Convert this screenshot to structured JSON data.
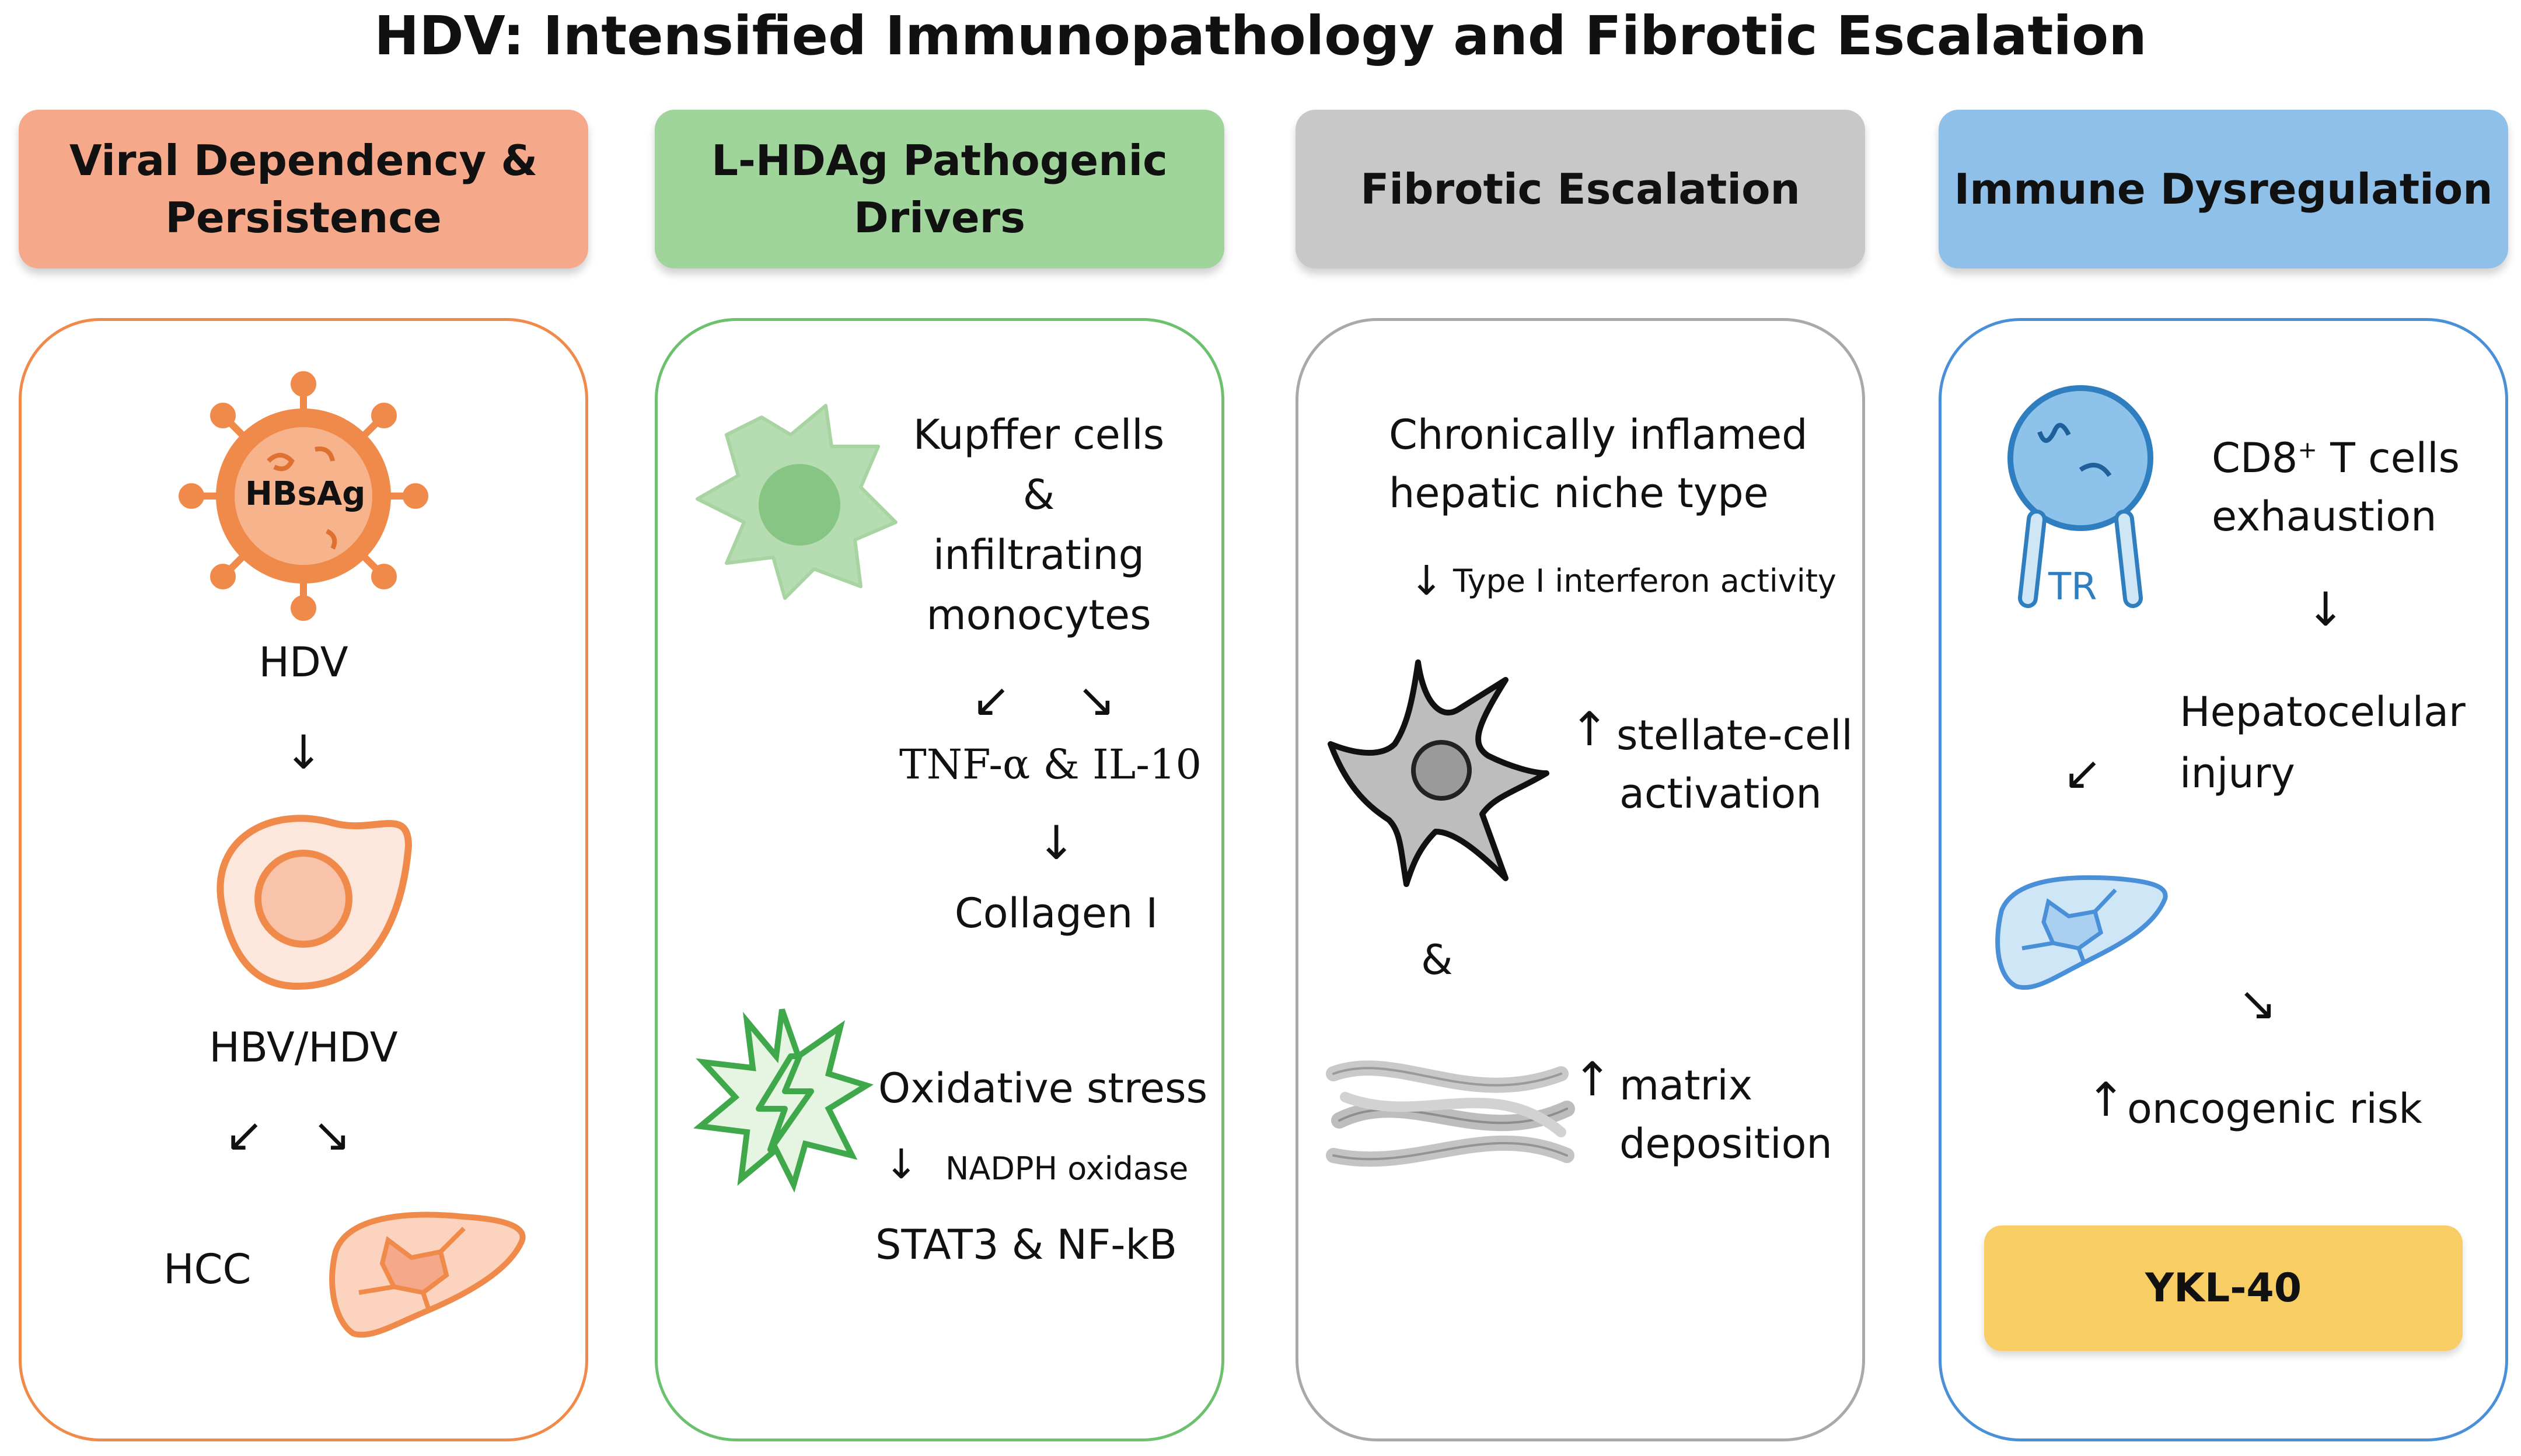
{
  "title": "HDV: Intensified Immunopathology and Fibrotic Escalation",
  "colors": {
    "orange": "#ef8a4a",
    "orange_header": "#f6a98a",
    "green": "#6cc16f",
    "green_header": "#9fd49a",
    "gray": "#a9a9a9",
    "gray_header": "#c8c8c8",
    "blue": "#4a90d9",
    "blue_header": "#8fc0ea",
    "yellow": "#f8cd63"
  },
  "columns": [
    {
      "header_line1": "Viral Dependency &",
      "header_line2": "Persistence",
      "virus_label": "HBsAg",
      "hdv": "HDV",
      "arrow1": "↓",
      "hbv_hdv": "HBV/HDV",
      "arrow_left": "↙",
      "arrow_right": "↘",
      "hcc": "HCC",
      "icons": [
        "virus-icon",
        "hepatocyte-icon",
        "liver-icon"
      ]
    },
    {
      "header_line1": "L-HDAg Pathogenic",
      "header_line2": "Drivers",
      "kupffer_1": "Kupffer cells",
      "kupffer_2": "&",
      "kupffer_3": "infiltrating",
      "kupffer_4": "monocytes",
      "arrow_left": "↙",
      "arrow_right": "↘",
      "tnf": "TNF-α & IL-10",
      "arrow_down": "↓",
      "collagen": "Collagen I",
      "oxidative": "Oxidative stress",
      "nadph_arrow": "↓",
      "nadph": "NADPH oxidase",
      "stat3": "STAT3 & NF-kB",
      "icons": [
        "macrophage-icon",
        "oxidative-burst-icon"
      ]
    },
    {
      "header": "Fibrotic Escalation",
      "niche_1": "Chronically inflamed",
      "niche_2": "hepatic niche type",
      "ifn_arrow": "↓",
      "ifn": "Type I interferon activity",
      "stellate_arrow": "↑",
      "stellate_1": "stellate-cell",
      "stellate_2": "activation",
      "amp": "&",
      "matrix_arrow": "↑",
      "matrix_1": "matrix",
      "matrix_2": "deposition",
      "icons": [
        "stellate-cell-icon",
        "fibers-icon"
      ]
    },
    {
      "header": "Immune Dysregulation",
      "cd8_1": "CD8",
      "cd8_sup": "+",
      "cd8_2": " T cells",
      "cd8_3": "exhaustion",
      "tcell_label": "TR",
      "arrow_down": "↓",
      "injury_1": "Hepatocelular",
      "injury_2": "injury",
      "arrow_left": "↙",
      "arrow_right": "↘",
      "onco_arrow": "↑",
      "onco": "oncogenic risk",
      "ykl": "YKL-40",
      "icons": [
        "t-cell-icon",
        "liver-icon"
      ]
    }
  ]
}
